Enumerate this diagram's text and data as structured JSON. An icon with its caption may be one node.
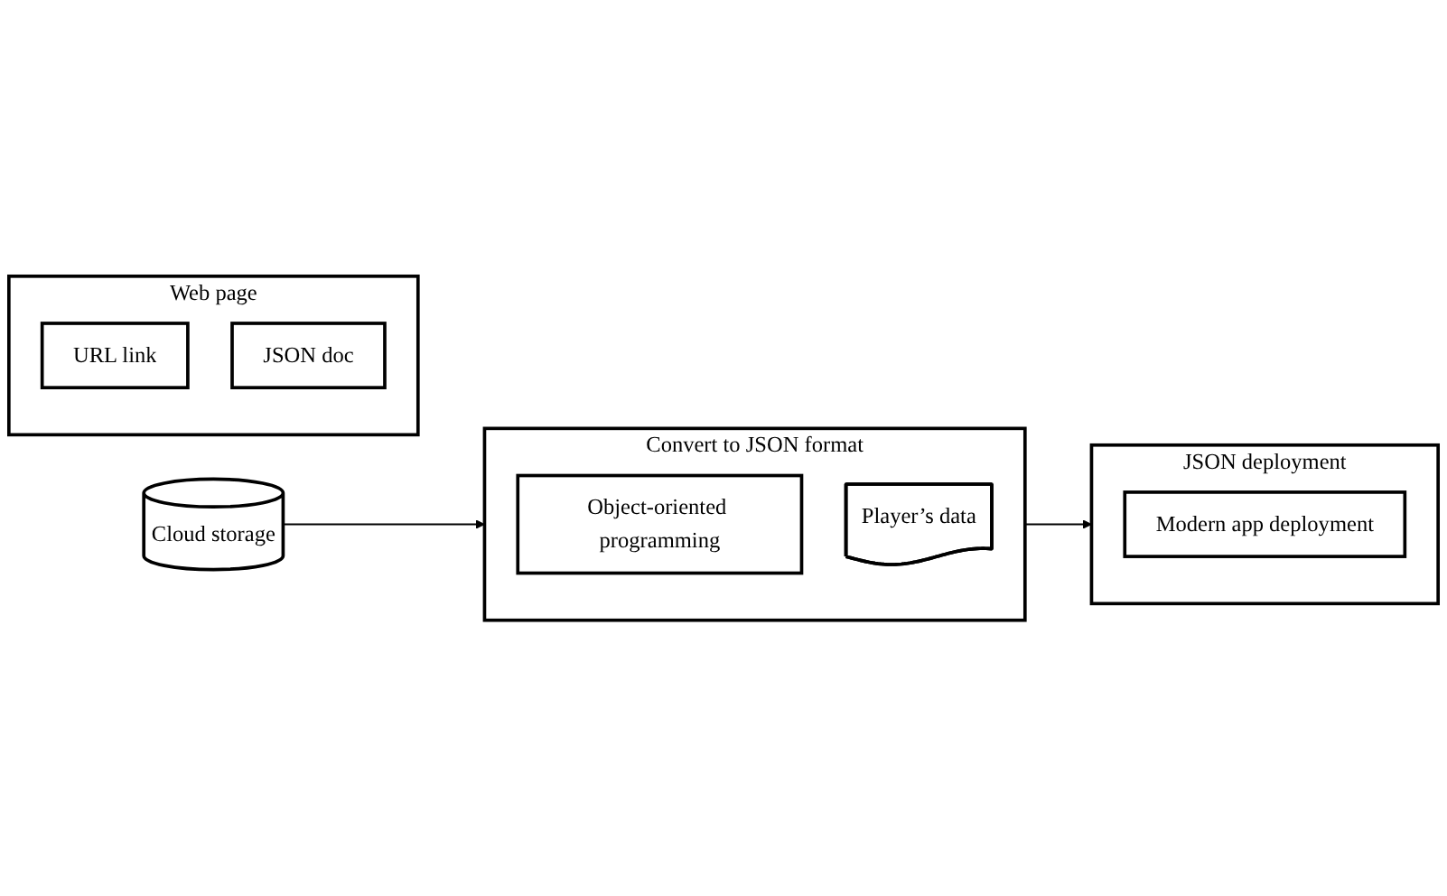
{
  "diagram": {
    "nodes": [
      {
        "text": [
          "Cloud storage"
        ]
      },
      {
        "text": [
          "Convert to JSON format"
        ]
      },
      {
        "text": [
          "Object-oriented programming"
        ],
        "in": 1
      },
      {
        "text": [
          "Player’s data"
        ],
        "in": 1
      },
      {
        "text": [
          "JSON deployment"
        ]
      },
      {
        "text": [
          "Modern app deployment"
        ],
        "in": 4
      },
      {
        "text": [
          "Web page"
        ]
      },
      {
        "text": [
          "URL link"
        ],
        "in": 6
      },
      {
        "text": [
          "JSON doc"
        ],
        "in": 6
      }
    ],
    "edges": [
      {
        "from": 0,
        "to": 1,
        "arrow": "to"
      },
      {
        "from": 1,
        "to": 4,
        "arrow": "to"
      }
    ]
  }
}
